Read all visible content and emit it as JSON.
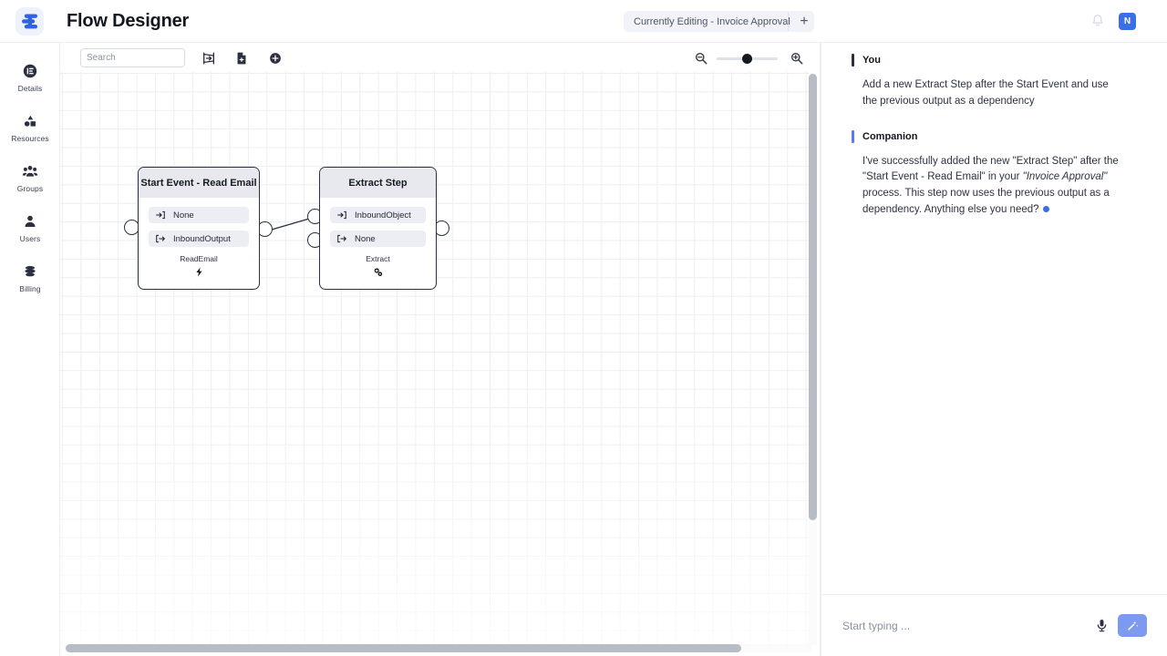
{
  "app": {
    "title": "Flow Designer",
    "logo_icon": "flow-logo-icon",
    "avatar_initial": "N",
    "notification_icon": "bell-icon"
  },
  "header": {
    "editing_label": "Currently Editing - Invoice Approval",
    "chevron_icon": "chevron-down-icon",
    "add_tab_label": "+"
  },
  "sidebar": {
    "items": [
      {
        "label": "Details",
        "icon": "details-icon"
      },
      {
        "label": "Resources",
        "icon": "resources-icon"
      },
      {
        "label": "Groups",
        "icon": "groups-icon"
      },
      {
        "label": "Users",
        "icon": "users-icon"
      },
      {
        "label": "Billing",
        "icon": "billing-icon"
      }
    ]
  },
  "canvas_toolbar": {
    "search_placeholder": "Search",
    "search_value": "",
    "frame_icon": "crop-frame-icon",
    "document_icon": "document-add-icon",
    "add_icon": "circle-plus-icon",
    "zoom_out_icon": "zoom-out-icon",
    "zoom_in_icon": "zoom-in-icon",
    "zoom_value": 42
  },
  "flow": {
    "nodes": [
      {
        "title": "Start Event - Read Email",
        "ports": [
          {
            "label": "None",
            "icon": "input-port-icon",
            "direction": "in"
          },
          {
            "label": "InboundOutput",
            "icon": "output-port-icon",
            "direction": "out"
          }
        ],
        "footer_label": "ReadEmail",
        "footer_icon": "lightning-bolt-icon"
      },
      {
        "title": "Extract Step",
        "ports": [
          {
            "label": "InboundObject",
            "icon": "input-port-icon",
            "direction": "in"
          },
          {
            "label": "None",
            "icon": "output-port-icon",
            "direction": "out"
          }
        ],
        "footer_label": "Extract",
        "footer_icon": "gears-icon"
      }
    ]
  },
  "chat": {
    "messages": [
      {
        "author": "You",
        "role": "user",
        "text": "Add a new Extract Step after the Start Event and use the previous output as a dependency"
      },
      {
        "author": "Companion",
        "role": "assistant",
        "text_part_1": "I've successfully added the new \"Extract Step\" after the \"Start Event - Read Email\" in your ",
        "emphasis": "\"Invoice Approval\"",
        "text_part_2": " process. This step now uses the previous output as a dependency. Anything else you need?"
      }
    ],
    "composer": {
      "placeholder": "Start typing ...",
      "value": "",
      "mic_icon": "microphone-icon",
      "send_icon": "magic-wand-icon"
    }
  },
  "colors": {
    "accent_blue": "#3b6fe8",
    "send_button": "#7d9bee",
    "companion_bar": "#5b7ce8",
    "user_bar": "#2b3040",
    "node_header": "#e7e9ef",
    "grid_line": "#eceef2"
  }
}
